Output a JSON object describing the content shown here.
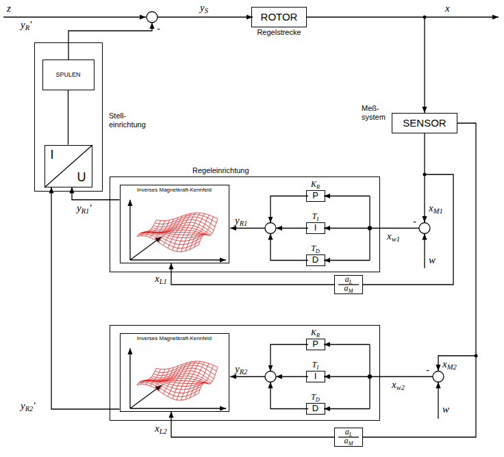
{
  "diagram": {
    "nodes": [
      {
        "text": [
          "ROTOR",
          "Regelstrecke"
        ]
      },
      {
        "text": [
          "SENSOR"
        ]
      },
      {
        "text": [
          "Stell- einrichtung"
        ]
      },
      {
        "text": [
          "SPULEN"
        ],
        "in": 2
      },
      {
        "text": [
          "I",
          "U"
        ],
        "in": 2
      },
      {
        "text": [
          "Regeleinrichtung"
        ]
      },
      {
        "text": [
          "Inverses Magnetkraft-Kennfeld"
        ],
        "in": 5
      },
      {
        "text": [
          "P",
          "KR"
        ],
        "in": 5
      },
      {
        "text": [
          "I",
          "TI"
        ],
        "in": 5
      },
      {
        "text": [
          "D",
          "TD"
        ],
        "in": 5
      },
      {
        "text": [
          "aL",
          "aM"
        ]
      },
      {
        "text": []
      },
      {
        "text": [
          "Inverses Magnetkraft-Kennfeld"
        ],
        "in": 11
      },
      {
        "text": [
          "P",
          "KR"
        ],
        "in": 11
      },
      {
        "text": [
          "I",
          "TI"
        ],
        "in": 11
      },
      {
        "text": [
          "D",
          "TD"
        ],
        "in": 11
      },
      {
        "text": [
          "aL",
          "aM"
        ]
      }
    ],
    "edges": [
      {
        "from": 0,
        "to": 1,
        "arrow": "to"
      },
      {
        "from": 4,
        "to": 3,
        "arrow": "none"
      },
      {
        "from": 6,
        "to": 4,
        "arrow": "to",
        "label": "yR1'"
      },
      {
        "from": 12,
        "to": 4,
        "arrow": "to",
        "label": "yR2'"
      },
      {
        "from": 10,
        "to": 6,
        "arrow": "to",
        "label": "xL1"
      },
      {
        "from": 16,
        "to": 12,
        "arrow": "to",
        "label": "xL2"
      },
      {
        "from": 1,
        "to": 10,
        "arrow": "none"
      },
      {
        "from": 1,
        "to": 16,
        "arrow": "none"
      }
    ],
    "labels": [
      "z",
      "yR'",
      "-",
      "yS",
      "x",
      "Meß- system",
      "yR1",
      "xM1",
      "-",
      "xw1",
      "w",
      "yR2",
      "xM2",
      "-",
      "xw2",
      "w"
    ]
  }
}
